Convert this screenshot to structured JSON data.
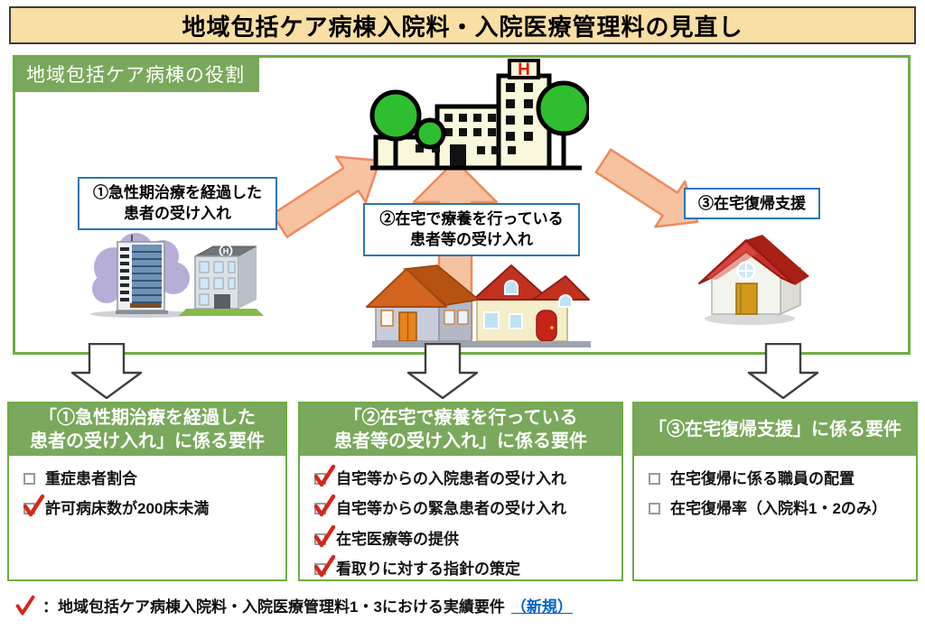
{
  "title": "地域包括ケア病棟入院料・入院医療管理料の見直し",
  "diagram": {
    "role_label": "地域包括ケア病棟の役割",
    "flow_boxes": [
      {
        "label": "①急性期治療を経過した\n患者の受け入れ"
      },
      {
        "label": "②在宅で療養を行っている\n患者等の受け入れ"
      },
      {
        "label": "③在宅復帰支援"
      }
    ],
    "icons": {
      "center": "hospital-with-trees",
      "left": "acute-care-hospital-buildings",
      "middle": "patient-homes",
      "right": "red-roof-home"
    }
  },
  "requirement_boxes": [
    {
      "header": "「①急性期治療を経過した\n患者の受け入れ」に係る要件",
      "items": [
        {
          "label": "重症患者割合",
          "checked": false
        },
        {
          "label": "許可病床数が200床未満",
          "checked": true
        }
      ]
    },
    {
      "header": "「②在宅で療養を行っている\n患者等の受け入れ」に係る要件",
      "items": [
        {
          "label": "自宅等からの入院患者の受け入れ",
          "checked": true
        },
        {
          "label": "自宅等からの緊急患者の受け入れ",
          "checked": true
        },
        {
          "label": "在宅医療等の提供",
          "checked": true
        },
        {
          "label": "看取りに対する指針の策定",
          "checked": true
        }
      ]
    },
    {
      "header": "「③在宅復帰支援」に係る要件",
      "items": [
        {
          "label": "在宅復帰に係る職員の配置",
          "checked": false
        },
        {
          "label": "在宅復帰率（入院料1・2のみ）",
          "checked": false
        }
      ]
    }
  ],
  "footnote": {
    "prefix": "：地域包括ケア病棟入院料・入院医療管理料1・3における実績要件",
    "link": "（新規）"
  },
  "colors": {
    "title_bg": "#F8DFA3",
    "title_border": "#3B3B3B",
    "green_fill": "#7AA85C",
    "green_border": "#6FAC44",
    "blue_border": "#2E75B6",
    "orange_arrow_fill": "#F6C2A0",
    "orange_arrow_stroke": "#ED8A5F",
    "down_arrow_outline": "#3F3F3F",
    "check_red": "#D6261C",
    "link_blue": "#0563C1"
  }
}
